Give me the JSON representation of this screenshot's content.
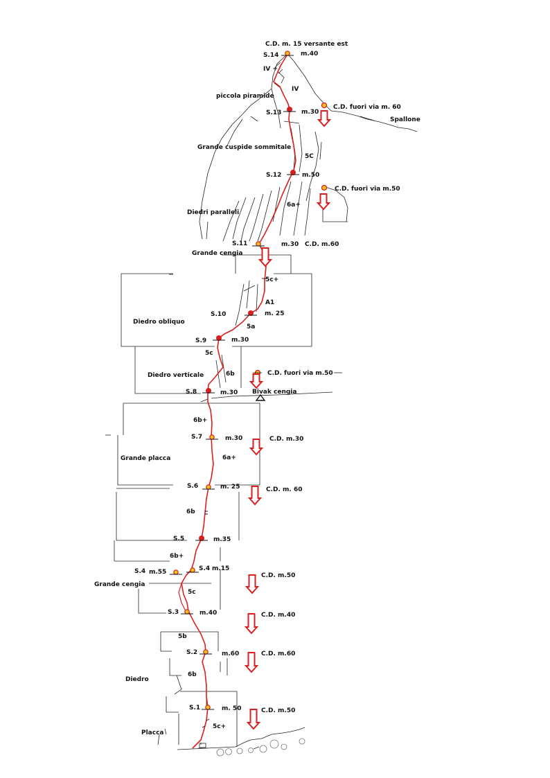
{
  "colors": {
    "route": "#d81f1f",
    "belay_fill": "#f2c21a",
    "arrow": "#d81f1f",
    "rock_lines": "#222222"
  },
  "top": {
    "title": "C.D. m. 15 versante est",
    "spallone": "Spallone"
  },
  "features": {
    "piccola_piramide": "piccola piramide",
    "grande_cuspide": "Grande cuspide sommitale",
    "diedri_paralleli": "Diedri paralleli",
    "grande_cengia_top": "Grande cengia",
    "diedro_obliquo": "Diedro obliquo",
    "diedro_verticale": "Diedro verticale",
    "bivak_cengia": "Bivak  cengia",
    "grande_placca": "Grande placca",
    "grande_cengia_bottom": "Grande cengia",
    "diedro": "Diedro",
    "placca": "Placca"
  },
  "stations": [
    {
      "id": "S.14",
      "len": "m.40"
    },
    {
      "id": "S.13",
      "len": "m.30"
    },
    {
      "id": "S.12",
      "len": "m.50"
    },
    {
      "id": "S.11",
      "len": "m.30"
    },
    {
      "id": "S.10",
      "len": "m. 25"
    },
    {
      "id": "S.9",
      "len": "m.30"
    },
    {
      "id": "S.8",
      "len": "m.30"
    },
    {
      "id": "S.7",
      "len": "m.30"
    },
    {
      "id": "S.6",
      "len": "m. 25"
    },
    {
      "id": "S.5",
      "len": "m.35"
    },
    {
      "id": "S.4",
      "len": "m.55"
    },
    {
      "id": "S.4",
      "len": "m.15"
    },
    {
      "id": "S.3",
      "len": "m.40"
    },
    {
      "id": "S.2",
      "len": "m.60"
    },
    {
      "id": "S.1",
      "len": "m. 50"
    }
  ],
  "grades": [
    "IV +",
    "IV",
    "5C",
    "6a+",
    "5c+",
    "A1",
    "5a",
    "5c",
    "6b",
    "6b+",
    "6a+",
    "6b",
    "6b+",
    "5c",
    "5b",
    "6b",
    "5c+"
  ],
  "descents": [
    {
      "label": "C.D. fuori via m. 60"
    },
    {
      "label": "C.D. fuori via m.50"
    },
    {
      "label": "C.D. m.60"
    },
    {
      "label": "C.D. fuori via m.50"
    },
    {
      "label": "C.D. m.30"
    },
    {
      "label": "C.D. m. 60"
    },
    {
      "label": "C.D. m.50"
    },
    {
      "label": "C.D. m.40"
    },
    {
      "label": "C.D. m.60"
    },
    {
      "label": "C.D. m.50"
    }
  ]
}
